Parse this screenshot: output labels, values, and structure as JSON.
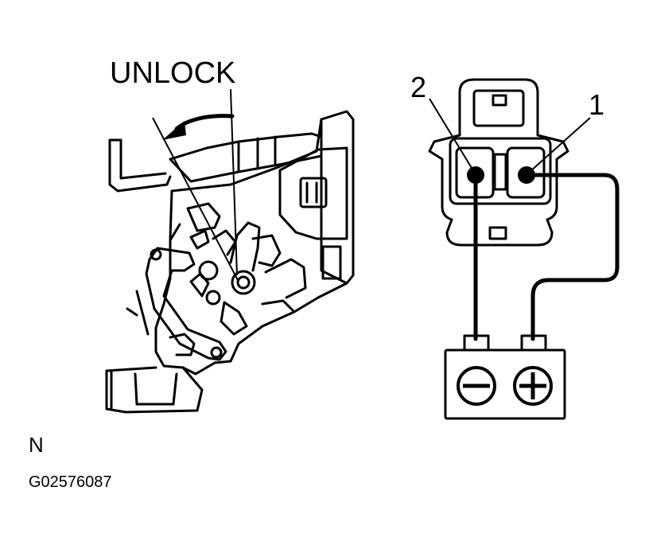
{
  "labels": {
    "unlock": "UNLOCK",
    "pin_2": "2",
    "pin_1": "1",
    "view_letter": "N",
    "figure_code": "G02576087"
  },
  "battery": {
    "negative_symbol": "minus",
    "positive_symbol": "plus"
  },
  "colors": {
    "ink": "#000000",
    "background": "#ffffff"
  }
}
